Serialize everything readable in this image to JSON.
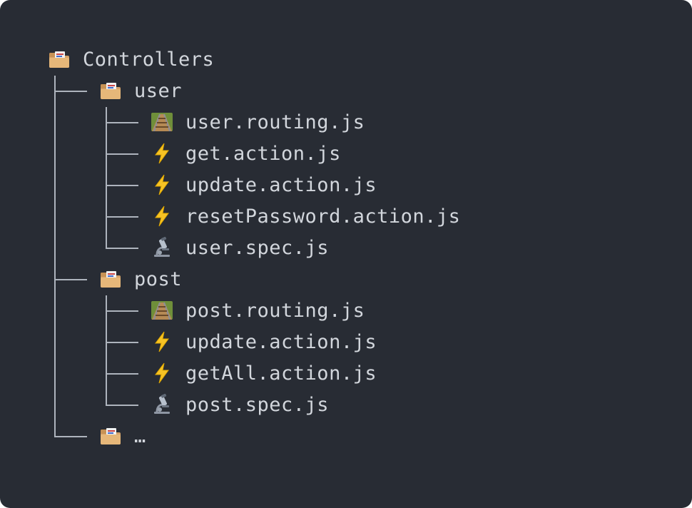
{
  "tree": {
    "root": {
      "label": "Controllers",
      "icon": "folder-icon"
    },
    "folders": [
      {
        "label": "user",
        "icon": "folder-icon",
        "children": [
          {
            "label": "user.routing.js",
            "icon": "railway-track-icon"
          },
          {
            "label": "get.action.js",
            "icon": "lightning-icon"
          },
          {
            "label": "update.action.js",
            "icon": "lightning-icon"
          },
          {
            "label": "resetPassword.action.js",
            "icon": "lightning-icon"
          },
          {
            "label": "user.spec.js",
            "icon": "microscope-icon"
          }
        ]
      },
      {
        "label": "post",
        "icon": "folder-icon",
        "children": [
          {
            "label": "post.routing.js",
            "icon": "railway-track-icon"
          },
          {
            "label": "update.action.js",
            "icon": "lightning-icon"
          },
          {
            "label": "getAll.action.js",
            "icon": "lightning-icon"
          },
          {
            "label": "post.spec.js",
            "icon": "microscope-icon"
          }
        ]
      },
      {
        "label": "…",
        "icon": "folder-icon",
        "children": []
      }
    ]
  },
  "colors": {
    "background": "#282c34",
    "text": "#d2d6dc",
    "tree_lines": "#aeb4bd"
  }
}
